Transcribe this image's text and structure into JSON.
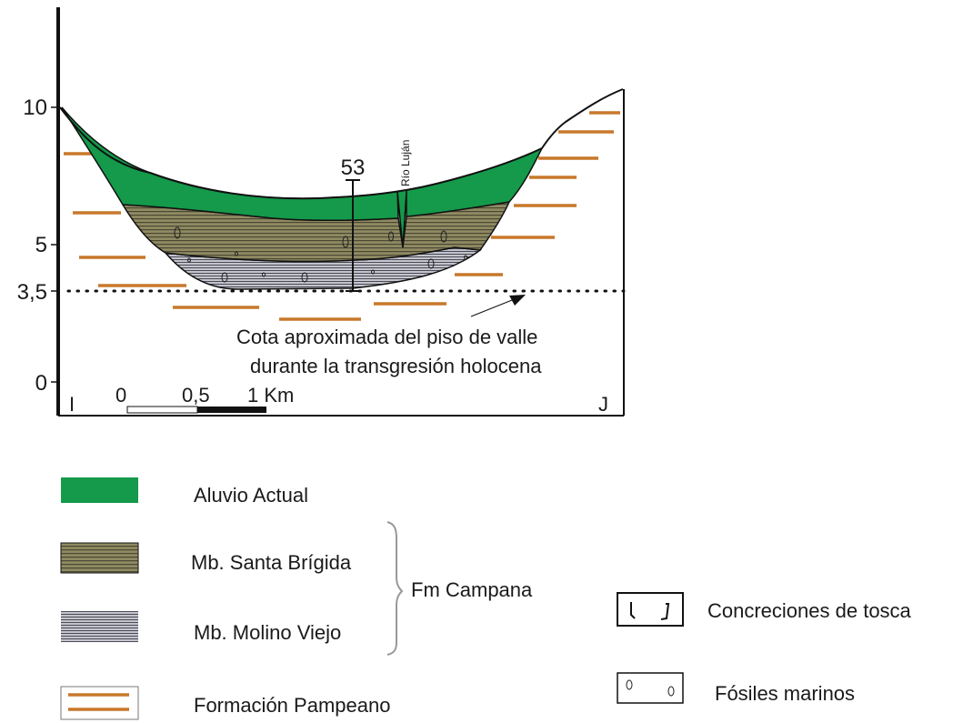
{
  "axis": {
    "ticks": [
      "10",
      "5",
      "3,5",
      "0"
    ]
  },
  "section": {
    "left_end": "I",
    "right_end": "J",
    "borehole_label": "53",
    "river_label": "Río Luján",
    "annotation_line1": "Cota aproximada  del piso de valle",
    "annotation_line2": "durante la transgresión holocena"
  },
  "scale_bar": {
    "labels": [
      "0",
      "0,5",
      "1 Km"
    ]
  },
  "legend": {
    "aluvio": "Aluvio Actual",
    "santa_brigida": "Mb. Santa Brígida",
    "molino_viejo": "Mb. Molino Viejo",
    "pampeano": "Formación Pampeano",
    "fm_campana": "Fm Campana",
    "tosca": "Concreciones de tosca",
    "fosiles": "Fósiles marinos"
  },
  "colors": {
    "aluvio": "#149a4a",
    "santa_brigida": "#8f8a62",
    "molino_viejo": "#b4b4bc",
    "pampeano": "#c8782a",
    "frame": "#111111"
  }
}
